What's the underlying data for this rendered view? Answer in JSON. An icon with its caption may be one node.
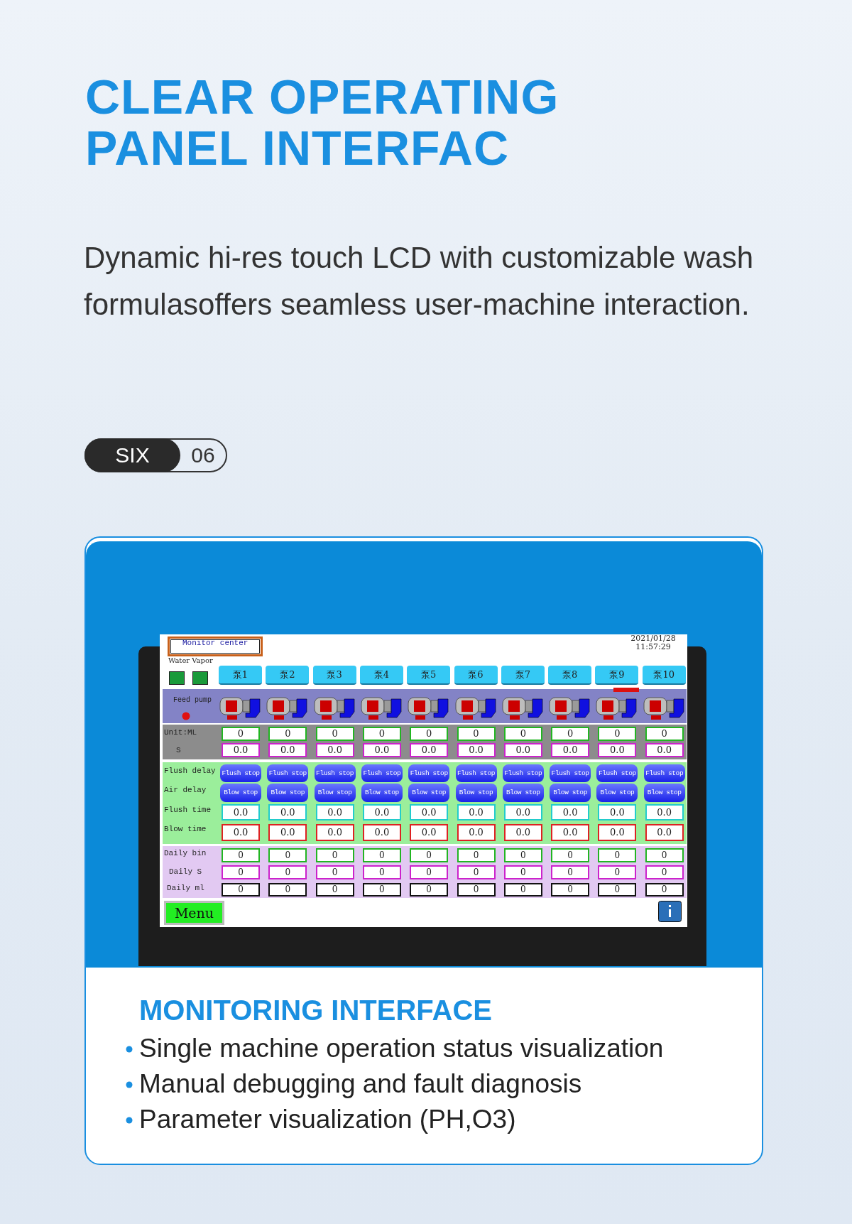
{
  "diagram": {
    "title": "CLEAR OPERATING PANEL INTERFAC",
    "labels": [
      "Dynamic hi-res touch LCD with customizable wash formulasoffers seamless user-machine interaction.",
      "SIX",
      "06",
      "Monitor center",
      "2021/01/28 11:57:29",
      "Water Vapor",
      "泵1",
      "泵2",
      "泵3",
      "泵4",
      "泵5",
      "泵6",
      "泵7",
      "泵8",
      "泵9",
      "泵10",
      "Feed pump",
      "Unit:ML",
      "0",
      "0",
      "0",
      "0",
      "0",
      "0",
      "0",
      "0",
      "0",
      "0",
      "S",
      "0.0",
      "0.0",
      "0.0",
      "0.0",
      "0.0",
      "0.0",
      "0.0",
      "0.0",
      "0.0",
      "0.0",
      "Flush delay",
      "Flush stop",
      "Flush stop",
      "Flush stop",
      "Flush stop",
      "Flush stop",
      "Flush stop",
      "Flush stop",
      "Flush stop",
      "Flush stop",
      "Flush stop",
      "Air delay",
      "Blow stop",
      "Blow stop",
      "Blow stop",
      "Blow stop",
      "Blow stop",
      "Blow stop",
      "Blow stop",
      "Blow stop",
      "Blow stop",
      "Blow stop",
      "Flush time",
      "0.0",
      "0.0",
      "0.0",
      "0.0",
      "0.0",
      "0.0",
      "0.0",
      "0.0",
      "0.0",
      "0.0",
      "Blow time",
      "0.0",
      "0.0",
      "0.0",
      "0.0",
      "0.0",
      "0.0",
      "0.0",
      "0.0",
      "0.0",
      "0.0",
      "Daily bin",
      "0",
      "0",
      "0",
      "0",
      "0",
      "0",
      "0",
      "0",
      "0",
      "0",
      "Daily S",
      "0",
      "0",
      "0",
      "0",
      "0",
      "0",
      "0",
      "0",
      "0",
      "0",
      "Daily ml",
      "0",
      "0",
      "0",
      "0",
      "0",
      "0",
      "0",
      "0",
      "0",
      "0",
      "Menu",
      "MONITORING INTERFACE",
      "Single machine operation status visualization",
      "Manual debugging and fault diagnosis",
      "Parameter visualization (PH,O3)"
    ]
  }
}
